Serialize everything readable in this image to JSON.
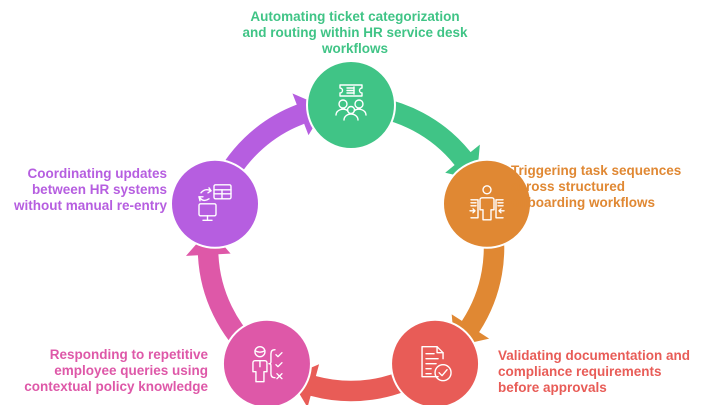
{
  "diagram": {
    "type": "cycle",
    "steps": [
      {
        "id": "ticket-routing",
        "icon": "ticket-team-icon",
        "color": "#40c486",
        "lines": [
          "Automating ticket categorization",
          "and routing within HR service desk",
          "workflows"
        ]
      },
      {
        "id": "onboarding-tasks",
        "icon": "onboarding-person-doors-icon",
        "color": "#e08833",
        "lines": [
          "Triggering task sequences",
          "across structured",
          "onboarding workflows"
        ]
      },
      {
        "id": "compliance-validation",
        "icon": "document-check-icon",
        "color": "#e85c57",
        "lines": [
          "Validating documentation and",
          "compliance requirements",
          "before approvals"
        ]
      },
      {
        "id": "employee-queries",
        "icon": "person-checklist-icon",
        "color": "#de58a8",
        "lines": [
          "Responding to repetitive",
          "employee queries using",
          "contextual policy knowledge"
        ]
      },
      {
        "id": "system-sync",
        "icon": "sync-table-monitor-icon",
        "color": "#b65ee0",
        "lines": [
          "Coordinating updates",
          "between HR systems",
          "without manual re-entry"
        ]
      }
    ]
  }
}
